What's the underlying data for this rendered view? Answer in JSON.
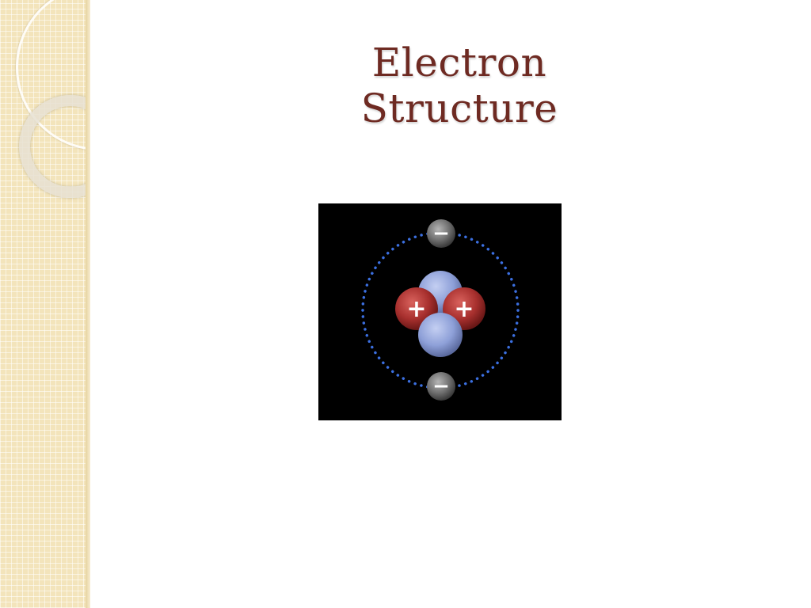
{
  "slide": {
    "title": "Electron Structure"
  },
  "figure": {
    "electron_symbol": "−",
    "proton_symbol": "+",
    "counts": {
      "electrons": 2,
      "protons": 2,
      "neutrons": 2
    },
    "colors": {
      "background": "#000000",
      "orbit_dots": "#3b6fe0",
      "proton": "#a8302e",
      "neutron": "#8ea0d8",
      "electron": "#6f6f6f",
      "title": "#6e2a22",
      "sidebar": "#f3e4bb"
    }
  }
}
